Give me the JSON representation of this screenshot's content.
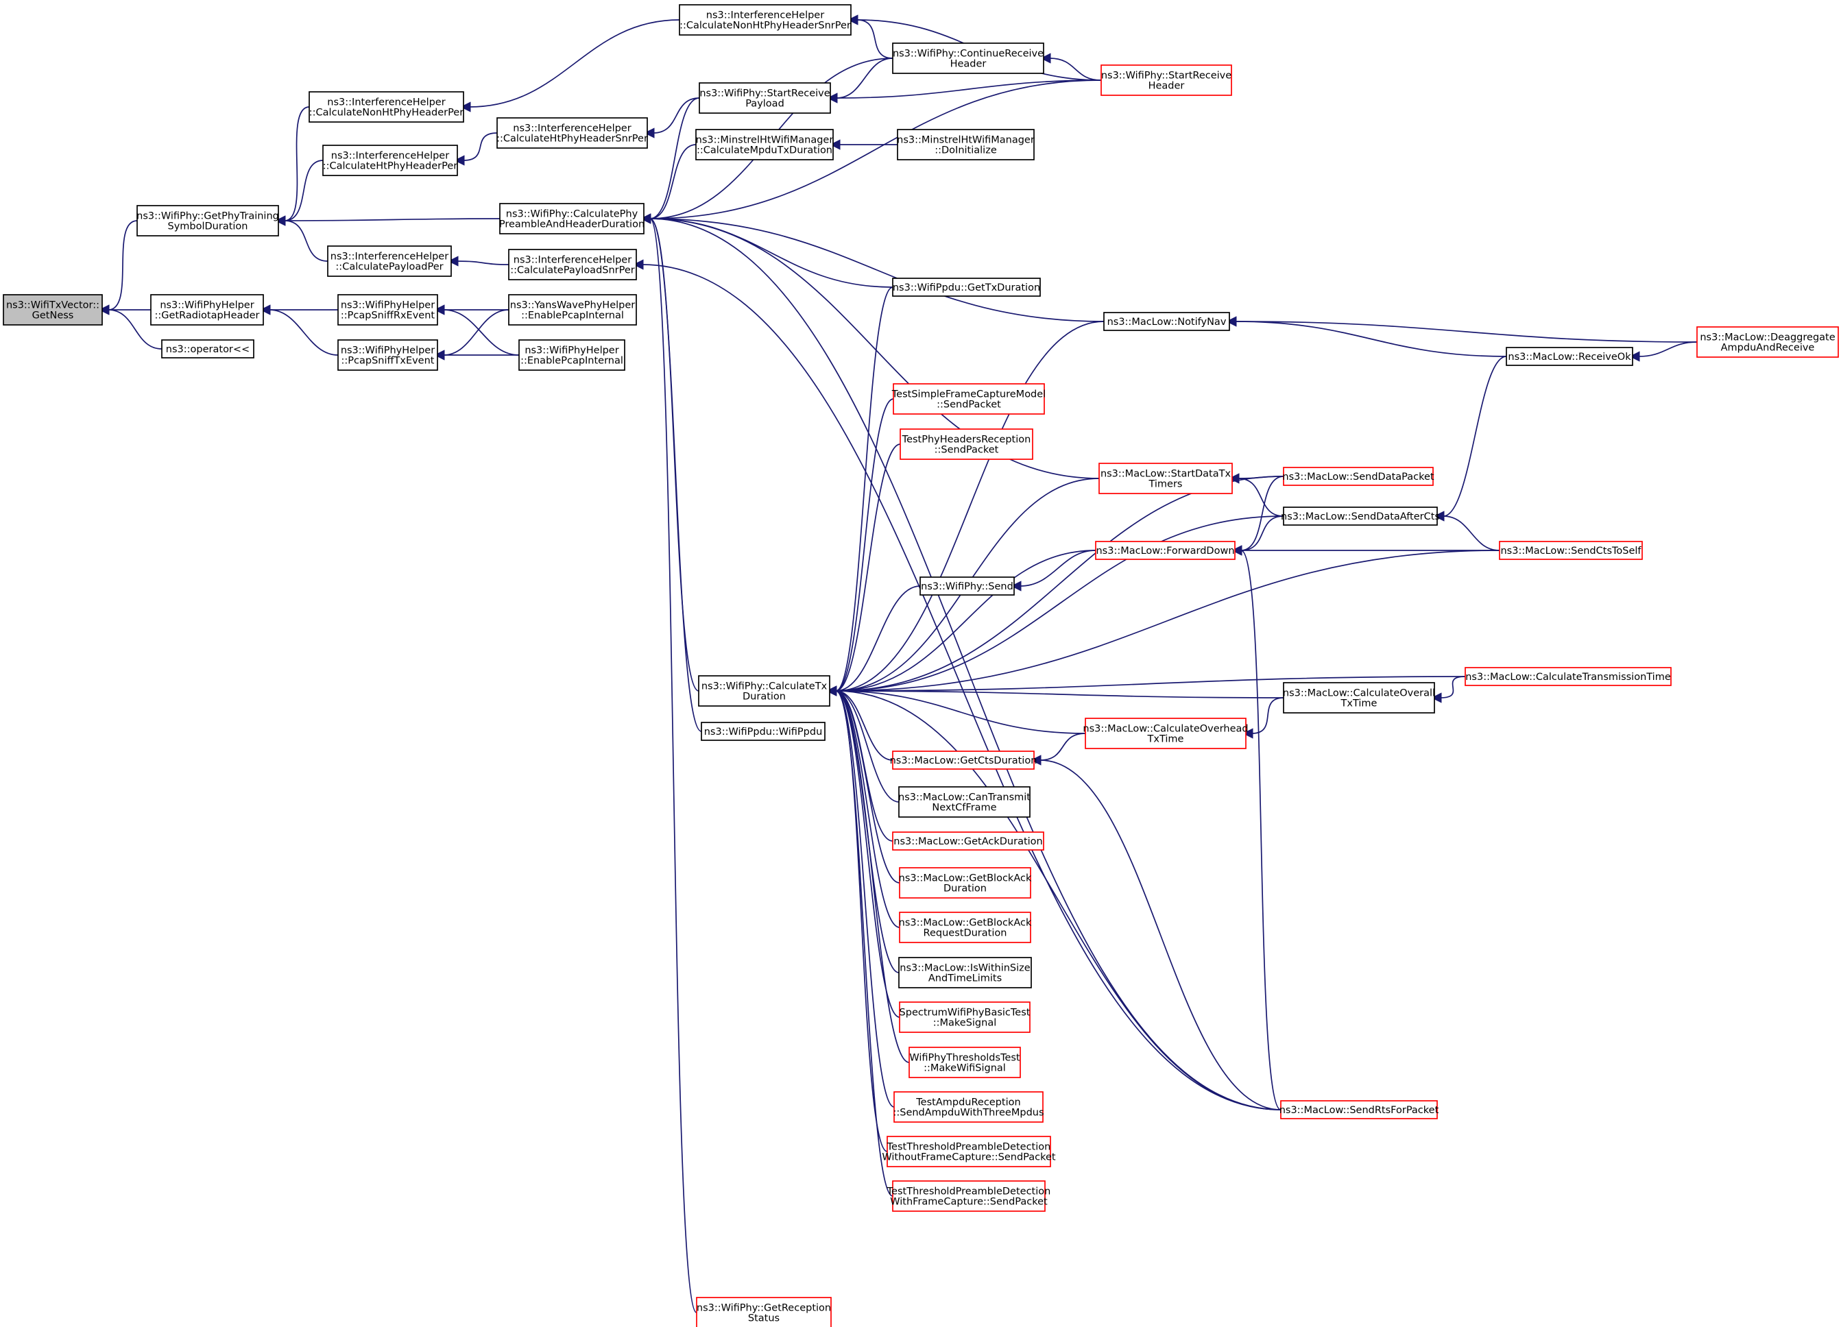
{
  "colors": {
    "edge": "#191970",
    "node_border_black": "#000000",
    "node_border_red": "#ff0000",
    "root_fill": "#bfbfbf"
  },
  "nodes": {
    "n0": {
      "lines": [
        "ns3::WifiTxVector::",
        "GetNess"
      ],
      "style": "root"
    },
    "n1": {
      "lines": [
        "ns3::WifiPhy::GetPhyTraining",
        "SymbolDuration"
      ],
      "style": "black"
    },
    "n2": {
      "lines": [
        "ns3::WifiPhyHelper",
        "::GetRadiotapHeader"
      ],
      "style": "black"
    },
    "n3": {
      "lines": [
        "ns3::operator<<"
      ],
      "style": "black"
    },
    "n4": {
      "lines": [
        "ns3::InterferenceHelper",
        "::CalculateNonHtPhyHeaderPer"
      ],
      "style": "black"
    },
    "n5": {
      "lines": [
        "ns3::InterferenceHelper",
        "::CalculateHtPhyHeaderPer"
      ],
      "style": "black"
    },
    "n6": {
      "lines": [
        "ns3::InterferenceHelper",
        "::CalculatePayloadPer"
      ],
      "style": "black"
    },
    "n7": {
      "lines": [
        "ns3::WifiPhyHelper",
        "::PcapSniffRxEvent"
      ],
      "style": "black"
    },
    "n8": {
      "lines": [
        "ns3::WifiPhyHelper",
        "::PcapSniffTxEvent"
      ],
      "style": "black"
    },
    "n9": {
      "lines": [
        "ns3::InterferenceHelper",
        "::CalculateNonHtPhyHeaderSnrPer"
      ],
      "style": "black"
    },
    "n10": {
      "lines": [
        "ns3::InterferenceHelper",
        "::CalculateHtPhyHeaderSnrPer"
      ],
      "style": "black"
    },
    "n11": {
      "lines": [
        "ns3::WifiPhy::StartReceive",
        "Payload"
      ],
      "style": "black"
    },
    "n12": {
      "lines": [
        "ns3::MinstrelHtWifiManager",
        "::CalculateMpduTxDuration"
      ],
      "style": "black"
    },
    "n13": {
      "lines": [
        "ns3::WifiPhy::CalculatePhy",
        "PreambleAndHeaderDuration"
      ],
      "style": "black"
    },
    "n14": {
      "lines": [
        "ns3::InterferenceHelper",
        "::CalculatePayloadSnrPer"
      ],
      "style": "black"
    },
    "n15": {
      "lines": [
        "ns3::YansWavePhyHelper",
        "::EnablePcapInternal"
      ],
      "style": "black"
    },
    "n16": {
      "lines": [
        "ns3::WifiPhyHelper",
        "::EnablePcapInternal"
      ],
      "style": "black"
    },
    "n17": {
      "lines": [
        "ns3::WifiPhy::CalculateTx",
        "Duration"
      ],
      "style": "black"
    },
    "n18": {
      "lines": [
        "ns3::WifiPpdu::WifiPpdu"
      ],
      "style": "black"
    },
    "n19": {
      "lines": [
        "ns3::WifiPhy::GetReception",
        "Status"
      ],
      "style": "red"
    },
    "n20": {
      "lines": [
        "ns3::WifiPhy::ContinueReceive",
        "Header"
      ],
      "style": "black"
    },
    "n21": {
      "lines": [
        "ns3::MinstrelHtWifiManager",
        "::DoInitialize"
      ],
      "style": "black"
    },
    "n22": {
      "lines": [
        "ns3::WifiPpdu::GetTxDuration"
      ],
      "style": "black"
    },
    "n23": {
      "lines": [
        "TestSimpleFrameCaptureModel",
        "::SendPacket"
      ],
      "style": "red"
    },
    "n24": {
      "lines": [
        "TestPhyHeadersReception",
        "::SendPacket"
      ],
      "style": "red"
    },
    "n25": {
      "lines": [
        "ns3::WifiPhy::Send"
      ],
      "style": "black"
    },
    "n26": {
      "lines": [
        "ns3::MacLow::GetCtsDuration"
      ],
      "style": "red"
    },
    "n27": {
      "lines": [
        "ns3::MacLow::CanTransmit",
        "NextCfFrame"
      ],
      "style": "black"
    },
    "n28": {
      "lines": [
        "ns3::MacLow::GetAckDuration"
      ],
      "style": "red"
    },
    "n29": {
      "lines": [
        "ns3::MacLow::GetBlockAck",
        "Duration"
      ],
      "style": "red"
    },
    "n30": {
      "lines": [
        "ns3::MacLow::GetBlockAck",
        "RequestDuration"
      ],
      "style": "red"
    },
    "n31": {
      "lines": [
        "ns3::MacLow::IsWithinSize",
        "AndTimeLimits"
      ],
      "style": "black"
    },
    "n32": {
      "lines": [
        "SpectrumWifiPhyBasicTest",
        "::MakeSignal"
      ],
      "style": "red"
    },
    "n33": {
      "lines": [
        "WifiPhyThresholdsTest",
        "::MakeWifiSignal"
      ],
      "style": "red"
    },
    "n34": {
      "lines": [
        "TestAmpduReception",
        "::SendAmpduWithThreeMpdus"
      ],
      "style": "red"
    },
    "n35": {
      "lines": [
        "TestThresholdPreambleDetection",
        "WithoutFrameCapture::SendPacket"
      ],
      "style": "red"
    },
    "n36": {
      "lines": [
        "TestThresholdPreambleDetection",
        "WithFrameCapture::SendPacket"
      ],
      "style": "red"
    },
    "n37": {
      "lines": [
        "ns3::WifiPhy::StartReceive",
        "Header"
      ],
      "style": "red"
    },
    "n38": {
      "lines": [
        "ns3::MacLow::NotifyNav"
      ],
      "style": "black"
    },
    "n39": {
      "lines": [
        "ns3::MacLow::StartDataTx",
        "Timers"
      ],
      "style": "red"
    },
    "n40": {
      "lines": [
        "ns3::MacLow::ForwardDown"
      ],
      "style": "red"
    },
    "n41": {
      "lines": [
        "ns3::MacLow::CalculateOverhead",
        "TxTime"
      ],
      "style": "red"
    },
    "n42": {
      "lines": [
        "ns3::MacLow::ReceiveOk"
      ],
      "style": "black"
    },
    "n43": {
      "lines": [
        "ns3::MacLow::SendDataPacket"
      ],
      "style": "red"
    },
    "n44": {
      "lines": [
        "ns3::MacLow::SendDataAfterCts"
      ],
      "style": "black"
    },
    "n45": {
      "lines": [
        "ns3::MacLow::CalculateOverall",
        "TxTime"
      ],
      "style": "black"
    },
    "n46": {
      "lines": [
        "ns3::MacLow::SendRtsForPacket"
      ],
      "style": "red"
    },
    "n47": {
      "lines": [
        "ns3::MacLow::Deaggregate",
        "AmpduAndReceive"
      ],
      "style": "red"
    },
    "n48": {
      "lines": [
        "ns3::MacLow::SendCtsToSelf"
      ],
      "style": "red"
    },
    "n49": {
      "lines": [
        "ns3::MacLow::CalculateTransmissionTime"
      ],
      "style": "red"
    }
  },
  "edges": [
    [
      "n0",
      "n1"
    ],
    [
      "n0",
      "n2"
    ],
    [
      "n0",
      "n3"
    ],
    [
      "n1",
      "n4"
    ],
    [
      "n1",
      "n5"
    ],
    [
      "n1",
      "n6"
    ],
    [
      "n1",
      "n13"
    ],
    [
      "n2",
      "n7"
    ],
    [
      "n2",
      "n8"
    ],
    [
      "n4",
      "n9"
    ],
    [
      "n5",
      "n10"
    ],
    [
      "n6",
      "n14"
    ],
    [
      "n7",
      "n15"
    ],
    [
      "n7",
      "n16"
    ],
    [
      "n8",
      "n15"
    ],
    [
      "n8",
      "n16"
    ],
    [
      "n9",
      "n20"
    ],
    [
      "n9",
      "n37"
    ],
    [
      "n10",
      "n11"
    ],
    [
      "n11",
      "n20"
    ],
    [
      "n11",
      "n37"
    ],
    [
      "n12",
      "n21"
    ],
    [
      "n13",
      "n11"
    ],
    [
      "n13",
      "n20"
    ],
    [
      "n13",
      "n37"
    ],
    [
      "n13",
      "n12"
    ],
    [
      "n13",
      "n22"
    ],
    [
      "n13",
      "n17"
    ],
    [
      "n13",
      "n18"
    ],
    [
      "n13",
      "n19"
    ],
    [
      "n13",
      "n38"
    ],
    [
      "n13",
      "n39"
    ],
    [
      "n13",
      "n46"
    ],
    [
      "n14",
      "n46"
    ],
    [
      "n17",
      "n22"
    ],
    [
      "n17",
      "n38"
    ],
    [
      "n17",
      "n23"
    ],
    [
      "n17",
      "n24"
    ],
    [
      "n17",
      "n39"
    ],
    [
      "n17",
      "n43"
    ],
    [
      "n17",
      "n44"
    ],
    [
      "n17",
      "n40"
    ],
    [
      "n17",
      "n25"
    ],
    [
      "n17",
      "n48"
    ],
    [
      "n17",
      "n49"
    ],
    [
      "n17",
      "n45"
    ],
    [
      "n17",
      "n41"
    ],
    [
      "n17",
      "n26"
    ],
    [
      "n17",
      "n27"
    ],
    [
      "n17",
      "n28"
    ],
    [
      "n17",
      "n29"
    ],
    [
      "n17",
      "n30"
    ],
    [
      "n17",
      "n31"
    ],
    [
      "n17",
      "n32"
    ],
    [
      "n17",
      "n33"
    ],
    [
      "n17",
      "n34"
    ],
    [
      "n17",
      "n35"
    ],
    [
      "n17",
      "n36"
    ],
    [
      "n17",
      "n46"
    ],
    [
      "n20",
      "n37"
    ],
    [
      "n25",
      "n40"
    ],
    [
      "n26",
      "n41"
    ],
    [
      "n26",
      "n46"
    ],
    [
      "n38",
      "n47"
    ],
    [
      "n38",
      "n42"
    ],
    [
      "n39",
      "n43"
    ],
    [
      "n39",
      "n44"
    ],
    [
      "n40",
      "n43"
    ],
    [
      "n40",
      "n44"
    ],
    [
      "n40",
      "n48"
    ],
    [
      "n40",
      "n46"
    ],
    [
      "n41",
      "n45"
    ],
    [
      "n42",
      "n47"
    ],
    [
      "n44",
      "n42"
    ],
    [
      "n44",
      "n48"
    ],
    [
      "n45",
      "n49"
    ]
  ]
}
